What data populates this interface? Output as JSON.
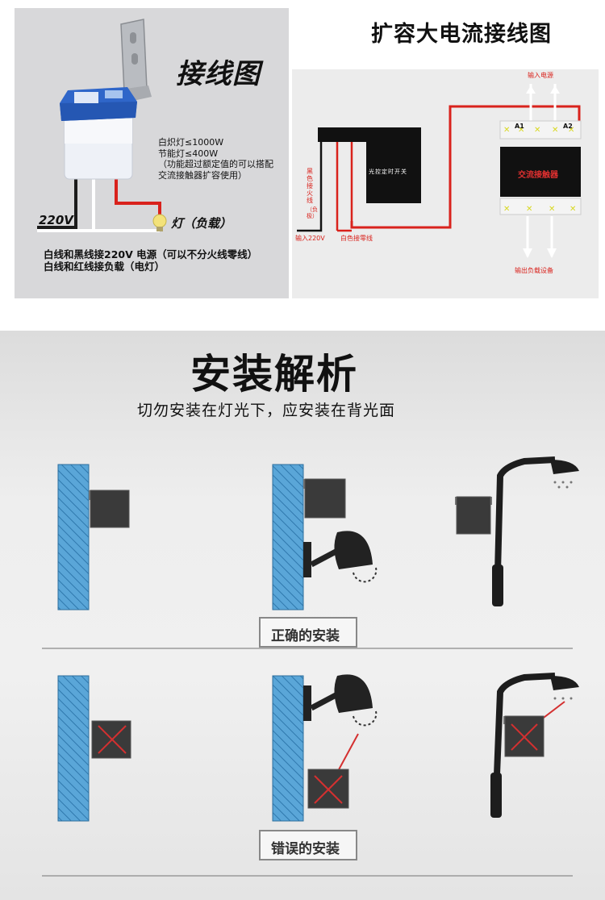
{
  "wiring": {
    "title": "接线图",
    "wire_220v": "220V",
    "lamp_label": "灯（负载）",
    "spec_lines": [
      "白炽灯≤1000W",
      "节能灯≤400W",
      "（功能超过额定值的可以搭配",
      "交流接触器扩容使用）"
    ],
    "notes": [
      "白线和黑线接220V 电源（可以不分火线零线）",
      "白线和红线接负载（电灯）"
    ]
  },
  "expand": {
    "title": "扩容大电流接线图",
    "input_power_top": "输入电源",
    "black_wire_label": "黑色接火线",
    "negative_label": "（负极）",
    "input_220v": "输入220V",
    "white_wire_label": "白色接零线",
    "switch_label": "光控定时开关",
    "contactor_label": "交流接触器",
    "terminal_a1": "A1",
    "terminal_a2": "A2",
    "output_label": "输出负载设备"
  },
  "install": {
    "title": "安装解析",
    "subtitle": "切勿安装在灯光下，应安装在背光面",
    "correct_label": "正确的安装",
    "wrong_label": "错误的安装"
  },
  "colors": {
    "wire_red": "#d9221c",
    "wire_black": "#1b1b1b",
    "wall_blue": "#5aa6d8",
    "device_dark": "#3a3a3a",
    "cross_red": "#d43030"
  }
}
